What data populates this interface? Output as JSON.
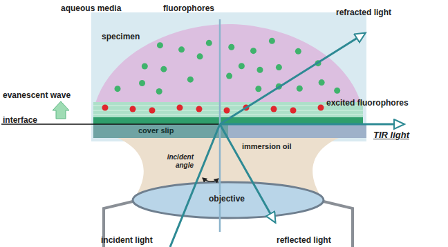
{
  "diagram": {
    "nodes": [
      {
        "text": [
          "specimen"
        ]
      },
      {
        "text": [
          "cover slip"
        ]
      },
      {
        "text": [
          "immersion oil"
        ]
      },
      {
        "text": [
          "objective"
        ]
      }
    ],
    "labels": [
      "aqueous media",
      "fluorophores",
      "refracted light",
      "evanescent wave",
      "excited fluorophores",
      "interface",
      "TIR light",
      "incident angle",
      "incident light",
      "reflected light"
    ]
  }
}
